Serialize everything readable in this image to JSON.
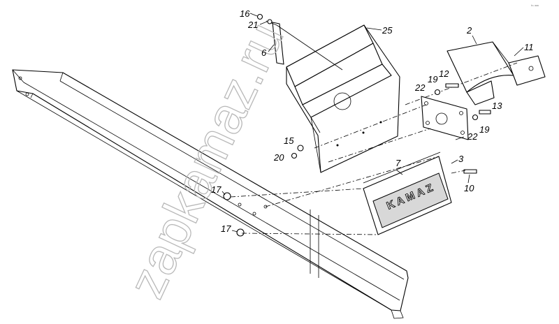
{
  "watermark": "zapkamaz.ru",
  "corner_mark": "ᵇⁿ ᵃᵃᵃ",
  "mudflap_brand": "KAMAZ",
  "callouts": [
    {
      "id": "16",
      "text": "16"
    },
    {
      "id": "21",
      "text": "21"
    },
    {
      "id": "25",
      "text": "25"
    },
    {
      "id": "6",
      "text": "6"
    },
    {
      "id": "2",
      "text": "2"
    },
    {
      "id": "11",
      "text": "11"
    },
    {
      "id": "19a",
      "text": "19"
    },
    {
      "id": "12",
      "text": "12"
    },
    {
      "id": "22a",
      "text": "22"
    },
    {
      "id": "13",
      "text": "13"
    },
    {
      "id": "19b",
      "text": "19"
    },
    {
      "id": "22b",
      "text": "22"
    },
    {
      "id": "15",
      "text": "15"
    },
    {
      "id": "20",
      "text": "20"
    },
    {
      "id": "7",
      "text": "7"
    },
    {
      "id": "3",
      "text": "3"
    },
    {
      "id": "10",
      "text": "10"
    },
    {
      "id": "17a",
      "text": "17"
    },
    {
      "id": "17b",
      "text": "17"
    }
  ]
}
